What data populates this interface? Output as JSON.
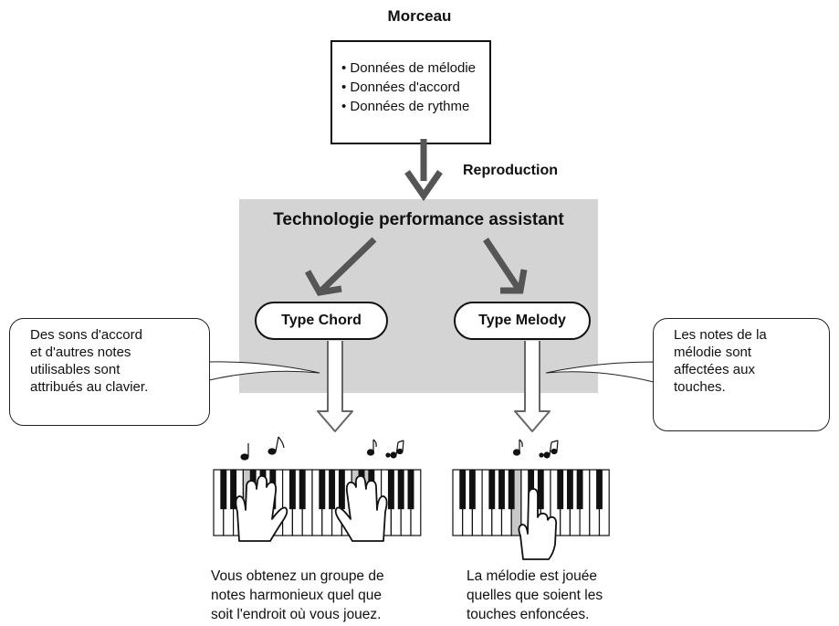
{
  "song": {
    "title": "Morceau",
    "items": [
      "Données de mélodie",
      "Données d'accord",
      "Données de rythme"
    ]
  },
  "flow": {
    "reproduction_label": "Reproduction"
  },
  "technology": {
    "title": "Technologie performance assistant"
  },
  "types": {
    "chord": "Type Chord",
    "melody": "Type Melody"
  },
  "callouts": {
    "chord": [
      "Des sons d'accord",
      "et d'autres notes",
      "utilisables sont",
      "attribués au clavier."
    ],
    "melody": [
      "Les notes de la",
      "mélodie sont",
      "affectées aux",
      "touches."
    ]
  },
  "descriptions": {
    "chord": [
      "Vous obtenez un groupe de",
      "notes harmonieux quel que",
      "soit l'endroit où vous jouez."
    ],
    "melody": [
      "La mélodie est jouée",
      "quelles que soient les",
      "touches enfoncées."
    ]
  },
  "icons": [
    "solid-down-arrow-icon",
    "outline-down-arrow-icon",
    "piano-keyboard-icon",
    "hand-icon",
    "pointing-hand-icon",
    "music-note-icon"
  ]
}
